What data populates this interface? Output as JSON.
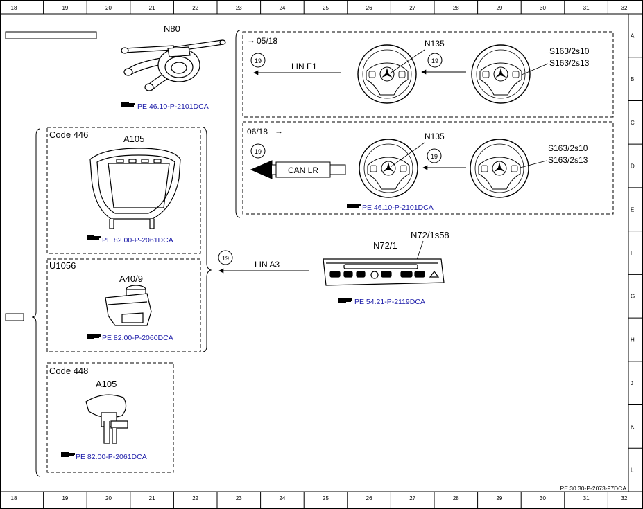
{
  "grid": {
    "columns": [
      "18",
      "19",
      "20",
      "21",
      "22",
      "23",
      "24",
      "25",
      "26",
      "27",
      "28",
      "29",
      "30",
      "31",
      "32"
    ],
    "rows": [
      "A",
      "B",
      "C",
      "D",
      "E",
      "F",
      "G",
      "H",
      "J",
      "K",
      "L"
    ]
  },
  "document_ref": "PE 30.30-P-2073-97DCA",
  "components": {
    "n80": {
      "label": "N80",
      "ref": "PE 46.10-P-2101DCA"
    },
    "a105_top": {
      "code": "Code 446",
      "label": "A105",
      "ref": "PE 82.00-P-2061DCA"
    },
    "a40_9": {
      "code": "U1056",
      "label": "A40/9",
      "ref": "PE 82.00-P-2060DCA"
    },
    "a105_bottom": {
      "code": "Code 448",
      "label": "A105",
      "ref": "PE 82.00-P-2061DCA"
    },
    "n72_1": {
      "label": "N72/1",
      "switch_label": "N72/1s58",
      "ref": "PE 54.21-P-2119DCA"
    },
    "steering": {
      "upper": {
        "validity": "05/18",
        "module": "N135",
        "switch_a": "S163/2s10",
        "switch_b": "S163/2s13"
      },
      "lower": {
        "validity": "06/18",
        "module": "N135",
        "switch_a": "S163/2s10",
        "switch_b": "S163/2s13"
      },
      "ref": "PE 46.10-P-2101DCA"
    }
  },
  "connections": {
    "lin_e1": "LIN E1",
    "can_lr": "CAN LR",
    "lin_a3": "LIN A3",
    "marker": "19"
  },
  "colors": {
    "link": "#1a1aa8",
    "line": "#000000"
  }
}
